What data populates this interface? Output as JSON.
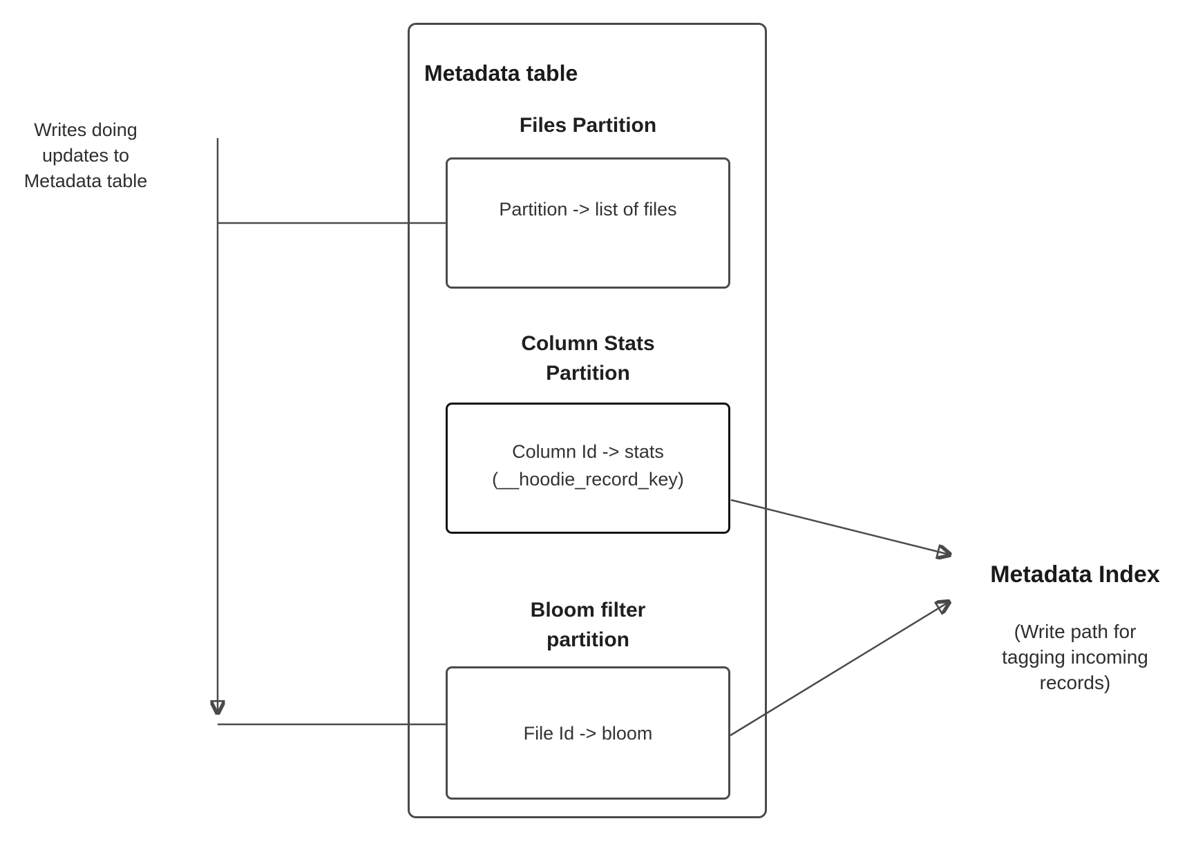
{
  "left_note": {
    "text": "Writes doing updates to Metadata table"
  },
  "metadata_table": {
    "title": "Metadata table",
    "partitions": [
      {
        "heading": "Files Partition",
        "content": "Partition -> list of files"
      },
      {
        "heading": "Column Stats Partition",
        "line1": "Column Id  -> stats",
        "line2": "(__hoodie_record_key)"
      },
      {
        "heading": "Bloom filter partition",
        "content": "File Id -> bloom"
      }
    ]
  },
  "metadata_index": {
    "title": "Metadata Index",
    "subtitle": "(Write path for tagging incoming records)"
  },
  "connectors": [
    "writes-downward-arrow",
    "writes-to-files-partition-line",
    "writes-to-bloom-partition-line",
    "column-stats-to-metadata-index-arrow",
    "bloom-to-metadata-index-arrow"
  ],
  "colors": {
    "background": "#ffffff",
    "box_border": "#4a4a4a",
    "emphasis_box_border": "#111111",
    "connector_line": "#4a4a4a",
    "heading_text": "#1f1f1f",
    "body_text": "#333333"
  }
}
